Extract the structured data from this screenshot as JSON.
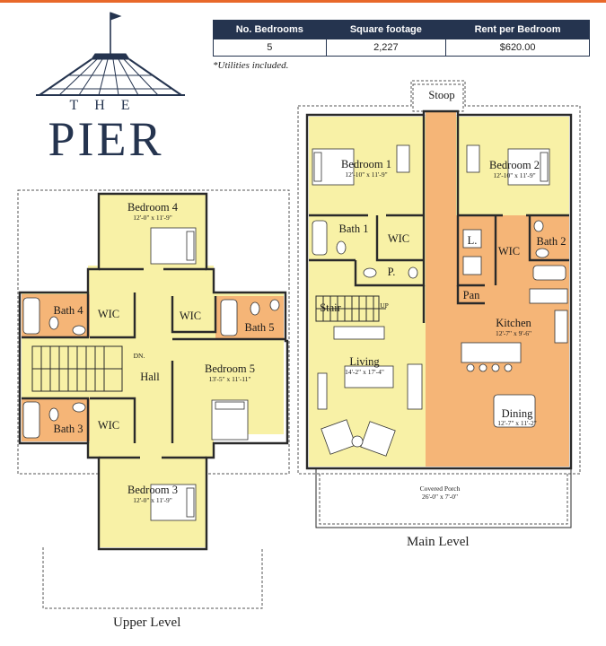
{
  "logo": {
    "word_the": "THE",
    "word_pier": "PIER"
  },
  "table": {
    "headers": [
      "No. Bedrooms",
      "Square footage",
      "Rent per Bedroom"
    ],
    "values": [
      "5",
      "2,227",
      "$620.00"
    ]
  },
  "note": "*Utilities included.",
  "upper": {
    "label": "Upper Level",
    "rooms": {
      "bedroom4": "Bedroom 4",
      "bedroom4_dim": "12'-0\" x 11'-9\"",
      "bath4": "Bath 4",
      "wic_left_top": "WIC",
      "wic_right": "WIC",
      "bath5": "Bath 5",
      "bedroom5": "Bedroom 5",
      "bedroom5_dim": "13'-5\" x 11'-11\"",
      "hall": "Hall",
      "dn": "DN.",
      "bath3": "Bath 3",
      "wic_left_bottom": "WIC",
      "bedroom3": "Bedroom 3",
      "bedroom3_dim": "12'-0\" x 11'-9\""
    }
  },
  "main": {
    "label": "Main Level",
    "rooms": {
      "stoop": "Stoop",
      "bedroom1": "Bedroom 1",
      "bedroom1_dim": "12'-10\" x 11'-9\"",
      "bedroom2": "Bedroom 2",
      "bedroom2_dim": "12'-10\" x 11'-9\"",
      "bath1": "Bath 1",
      "wic1": "WIC",
      "l": "L.",
      "wic2": "WIC",
      "bath2": "Bath 2",
      "p": "P.",
      "pan": "Pan",
      "stair": "Stair",
      "up": "UP",
      "kitchen": "Kitchen",
      "kitchen_dim": "12'-7\" x 9'-6\"",
      "living": "Living",
      "living_dim": "14'-2\" x 17'-4\"",
      "dining": "Dining",
      "dining_dim": "12'-7\" x 11'-2\"",
      "porch": "Covered Porch",
      "porch_dim": "26'-0\" x 7'-0\""
    }
  },
  "colors": {
    "yellow": "#f8f1a6",
    "orange": "#f5b577",
    "navy": "#25344f",
    "wall": "#2a2a2a"
  }
}
